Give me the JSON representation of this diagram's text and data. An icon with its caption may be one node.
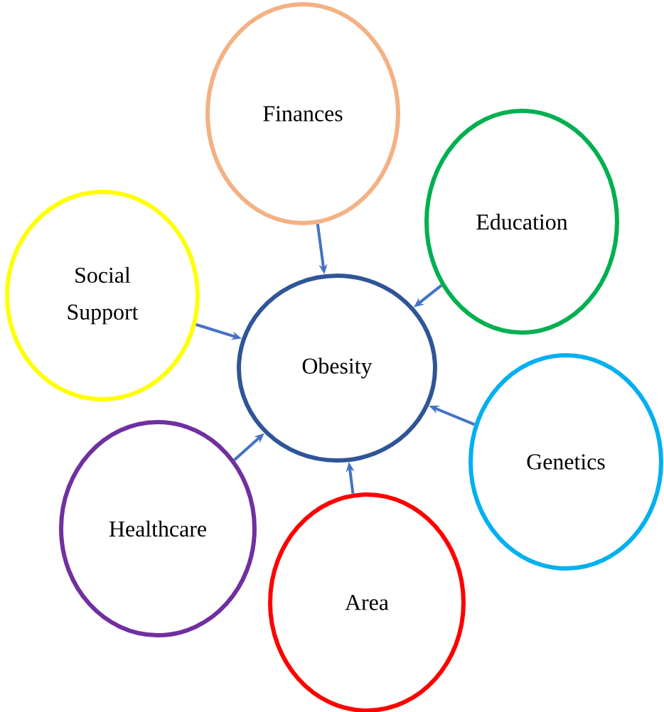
{
  "diagram": {
    "nodes": [
      {
        "text": [
          "Finances"
        ]
      },
      {
        "text": [
          "Education"
        ]
      },
      {
        "text": [
          "Social Support"
        ]
      },
      {
        "text": [
          "Obesity"
        ]
      },
      {
        "text": [
          "Genetics"
        ]
      },
      {
        "text": [
          "Healthcare"
        ]
      },
      {
        "text": [
          "Area"
        ]
      }
    ],
    "edges": [
      {
        "from": 0,
        "to": 3,
        "arrow": "to"
      },
      {
        "from": 1,
        "to": 3,
        "arrow": "to"
      },
      {
        "from": 2,
        "to": 3,
        "arrow": "to"
      },
      {
        "from": 4,
        "to": 3,
        "arrow": "to"
      },
      {
        "from": 5,
        "to": 3,
        "arrow": "to"
      },
      {
        "from": 6,
        "to": 3,
        "arrow": "to"
      }
    ]
  }
}
